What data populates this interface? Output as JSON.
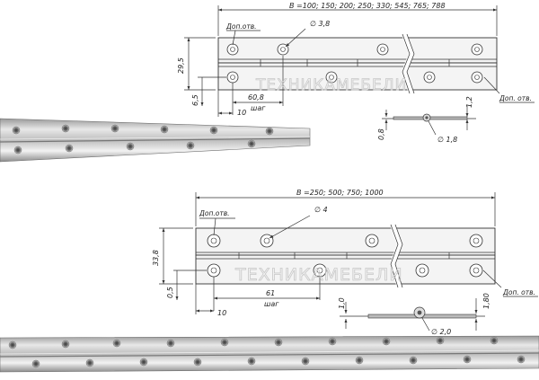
{
  "watermark": "ТЕХНИКАМЕБЕЛИ",
  "top": {
    "b_label": "B =100;  150;  200;  250;  330;  545;  765;  788",
    "hole_dia": "∅ 3,8",
    "extra_hole_label": "Доп.отв.",
    "height": "29,5",
    "hole_offset": "6,5",
    "pitch": "60,8",
    "pitch_word": "шаг",
    "edge_offset": "10",
    "thickness": "1,2",
    "thickness2": "0,8",
    "pin_dia": "∅ 1,8",
    "side_label": "Доп. отв."
  },
  "bottom": {
    "b_label": "B =250;  500;  750;  1000",
    "hole_dia": "∅ 4",
    "extra_hole_label": "Доп.отв.",
    "height": "33,8",
    "hole_offset": "0,5",
    "pitch": "61",
    "pitch_word": "шаг",
    "edge_offset": "10",
    "thickness": "1,0",
    "thickness2": "1,80",
    "pin_dia": "∅ 2,0",
    "side_label": "Доп. отв."
  }
}
